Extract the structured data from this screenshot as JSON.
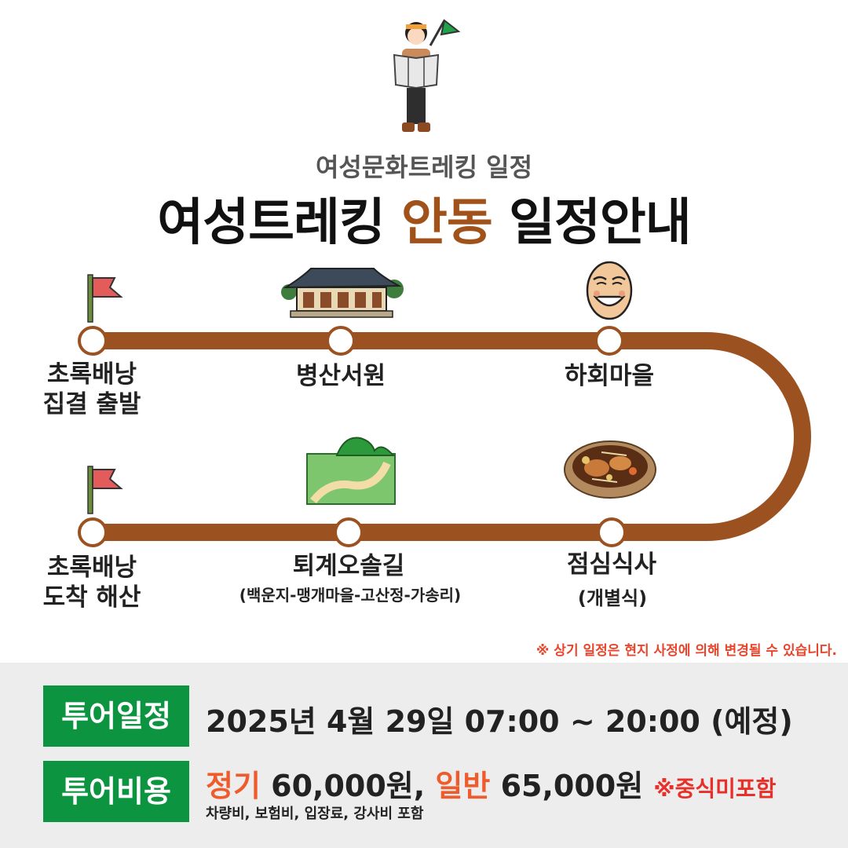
{
  "header": {
    "subtitle": "여성문화트레킹 일정",
    "title_part1": "여성트레킹 ",
    "title_accent": "안동",
    "title_part2": " 일정안내"
  },
  "route": {
    "stops": [
      {
        "label_line1": "초록배낭",
        "label_line2": "집결 출발",
        "icon": "red-flag-icon"
      },
      {
        "label_line1": "병산서원",
        "icon": "hanok-building-icon"
      },
      {
        "label_line1": "하회마을",
        "icon": "hahoe-mask-icon"
      },
      {
        "label_line1": "점심식사",
        "sub": "(개별식)",
        "icon": "braised-chicken-dish-icon"
      },
      {
        "label_line1": "퇴계오솔길",
        "sub": "(백운지-맹개마을-고산정-가송리)",
        "icon": "mountain-trail-icon"
      },
      {
        "label_line1": "초록배낭",
        "label_line2": "도착 해산",
        "icon": "red-flag-icon"
      }
    ]
  },
  "notice": "※ 상기 일정은 현지 사정에 의해 변경될 수 있습니다.",
  "tour_schedule": {
    "badge": "투어일정",
    "value": "2025년 4월 29일 07:00 ~ 20:00 (예정)"
  },
  "tour_cost": {
    "badge": "투어비용",
    "regular_label": "정기",
    "regular_price": " 60,000원, ",
    "general_label": "일반",
    "general_price": " 65,000원 ",
    "exclusion": "※중식미포함",
    "includes": "차량비, 보험비, 입장료, 강사비 포함"
  },
  "colors": {
    "route_brown": "#9c5220",
    "accent_brown": "#a0521a",
    "badge_green": "#0c9440",
    "orange": "#ee5c2d",
    "red": "#e8302a"
  }
}
